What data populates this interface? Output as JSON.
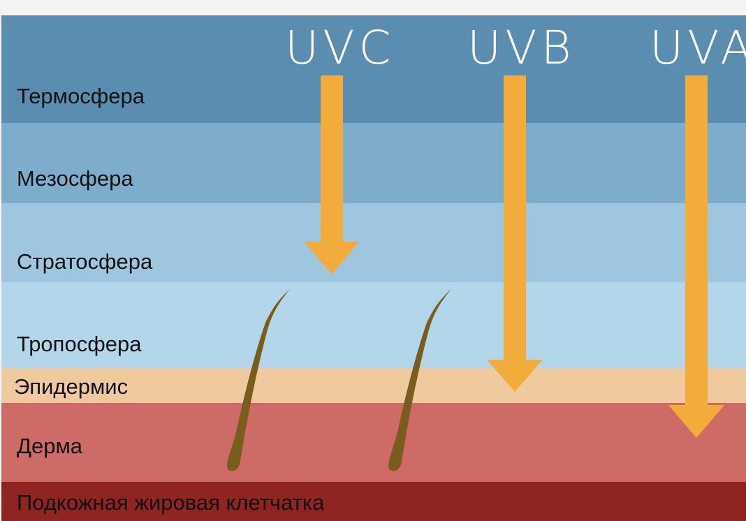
{
  "layers": [
    {
      "id": "thermosphere",
      "label": "Термосфера",
      "color": "#5b8db0"
    },
    {
      "id": "mesosphere",
      "label": "Мезосфера",
      "color": "#7eadcb"
    },
    {
      "id": "stratosphere",
      "label": "Стратосфера",
      "color": "#9ec6df"
    },
    {
      "id": "troposphere",
      "label": "Тропосфера",
      "color": "#b3d6ea"
    },
    {
      "id": "epidermis",
      "label": "Эпидермис",
      "color": "#f1c99f"
    },
    {
      "id": "dermis",
      "label": "Дерма",
      "color": "#cd6b66"
    },
    {
      "id": "subcutaneous",
      "label": "Подкожная жировая клетчатка",
      "color": "#8f2420"
    }
  ],
  "uv": [
    {
      "id": "uvc",
      "label": "UVC",
      "stops_at_layer": "stratosphere"
    },
    {
      "id": "uvb",
      "label": "UVB",
      "stops_at_layer": "epidermis"
    },
    {
      "id": "uva",
      "label": "UVA",
      "stops_at_layer": "dermis"
    }
  ],
  "colors": {
    "arrow": "#f2ac3c",
    "hair": "#7a5c1e",
    "uv_text": "#ffffff"
  }
}
